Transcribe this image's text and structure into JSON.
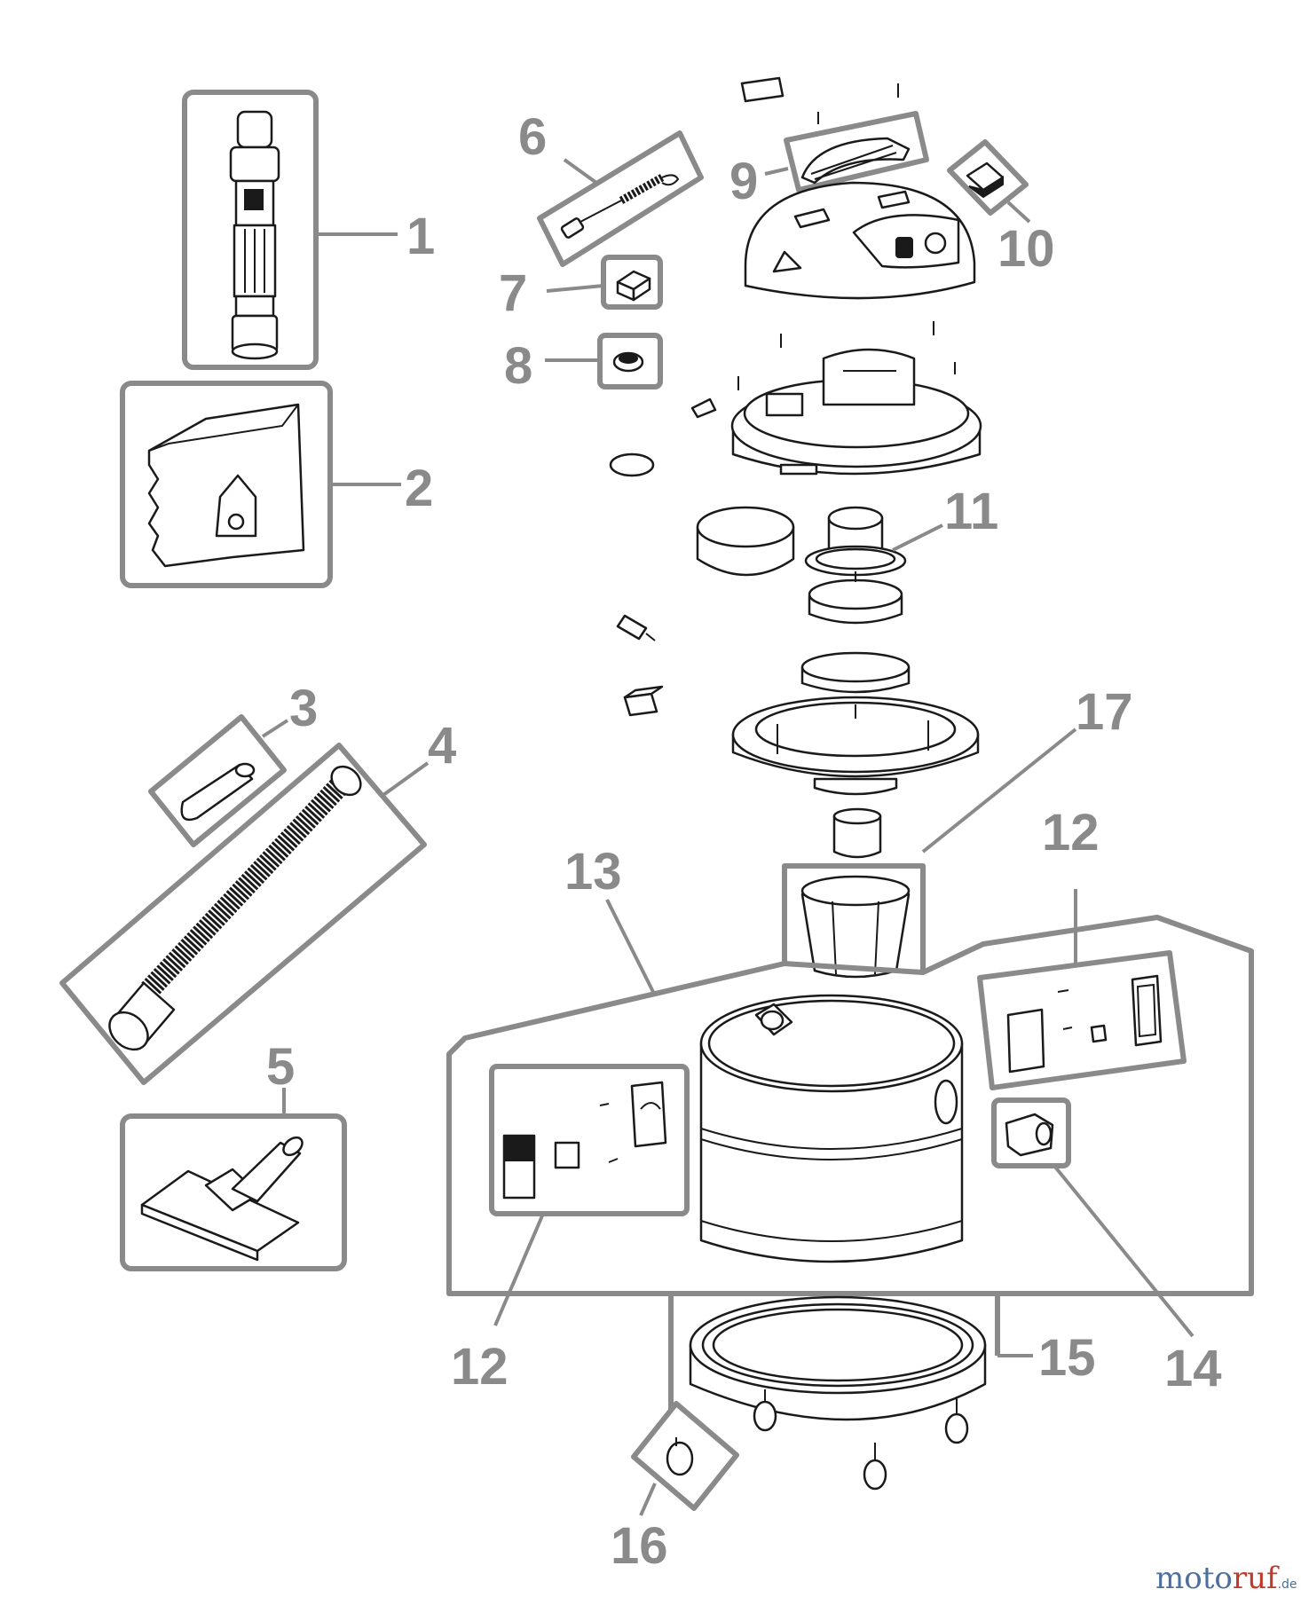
{
  "callouts": {
    "c1": "1",
    "c2": "2",
    "c3": "3",
    "c4": "4",
    "c5": "5",
    "c6": "6",
    "c7": "7",
    "c8": "8",
    "c9": "9",
    "c10": "10",
    "c11": "11",
    "c12_top": "12",
    "c12_bottom": "12",
    "c13": "13",
    "c14": "14",
    "c15": "15",
    "c16": "16",
    "c17": "17"
  },
  "watermark": {
    "part_a": "moto",
    "part_b": "ruf",
    "part_c": ".de"
  },
  "colors": {
    "callout": "#8a8a8a",
    "line": "#1a1a1a",
    "watermark_blue": "#4b6f9e",
    "watermark_red": "#c0392b"
  }
}
